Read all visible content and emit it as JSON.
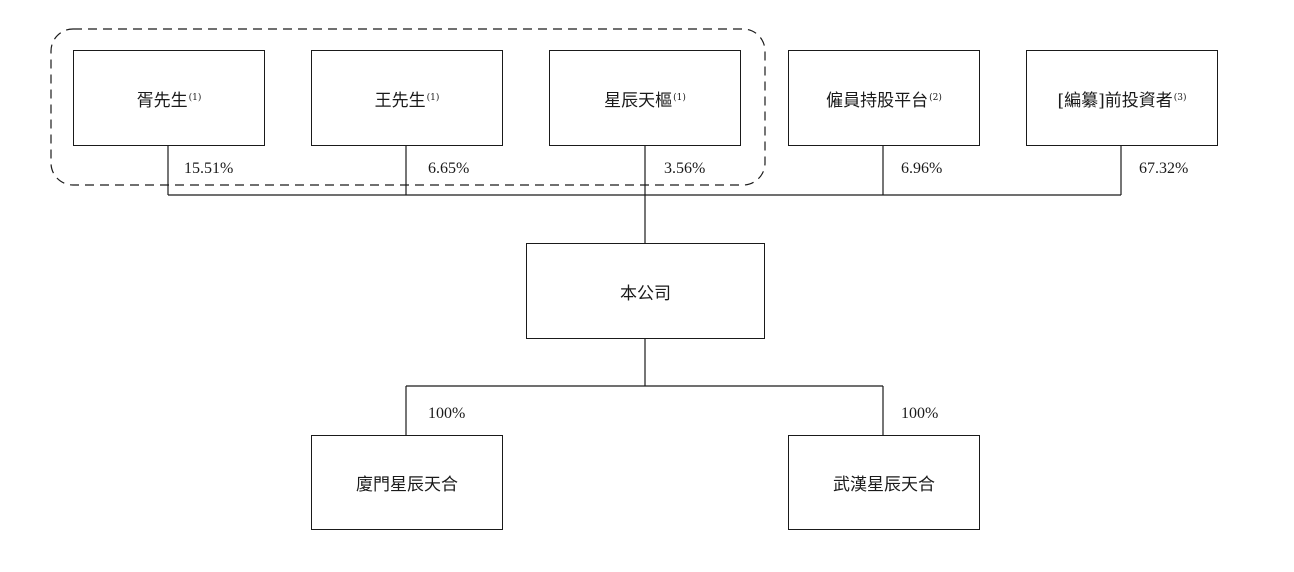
{
  "shareholders": [
    {
      "name": "胥先生",
      "note": "(1)",
      "pct": "15.51%"
    },
    {
      "name": "王先生",
      "note": "(1)",
      "pct": "6.65%"
    },
    {
      "name": "星辰天樞",
      "note": "(1)",
      "pct": "3.56%"
    },
    {
      "name": "僱員持股平台",
      "note": "(2)",
      "pct": "6.96%"
    },
    {
      "name": "[編纂]前投資者",
      "note": "(3)",
      "pct": "67.32%"
    }
  ],
  "company": {
    "name": "本公司"
  },
  "subsidiaries": [
    {
      "name": "廈門星辰天合",
      "pct": "100%"
    },
    {
      "name": "武漢星辰天合",
      "pct": "100%"
    }
  ]
}
